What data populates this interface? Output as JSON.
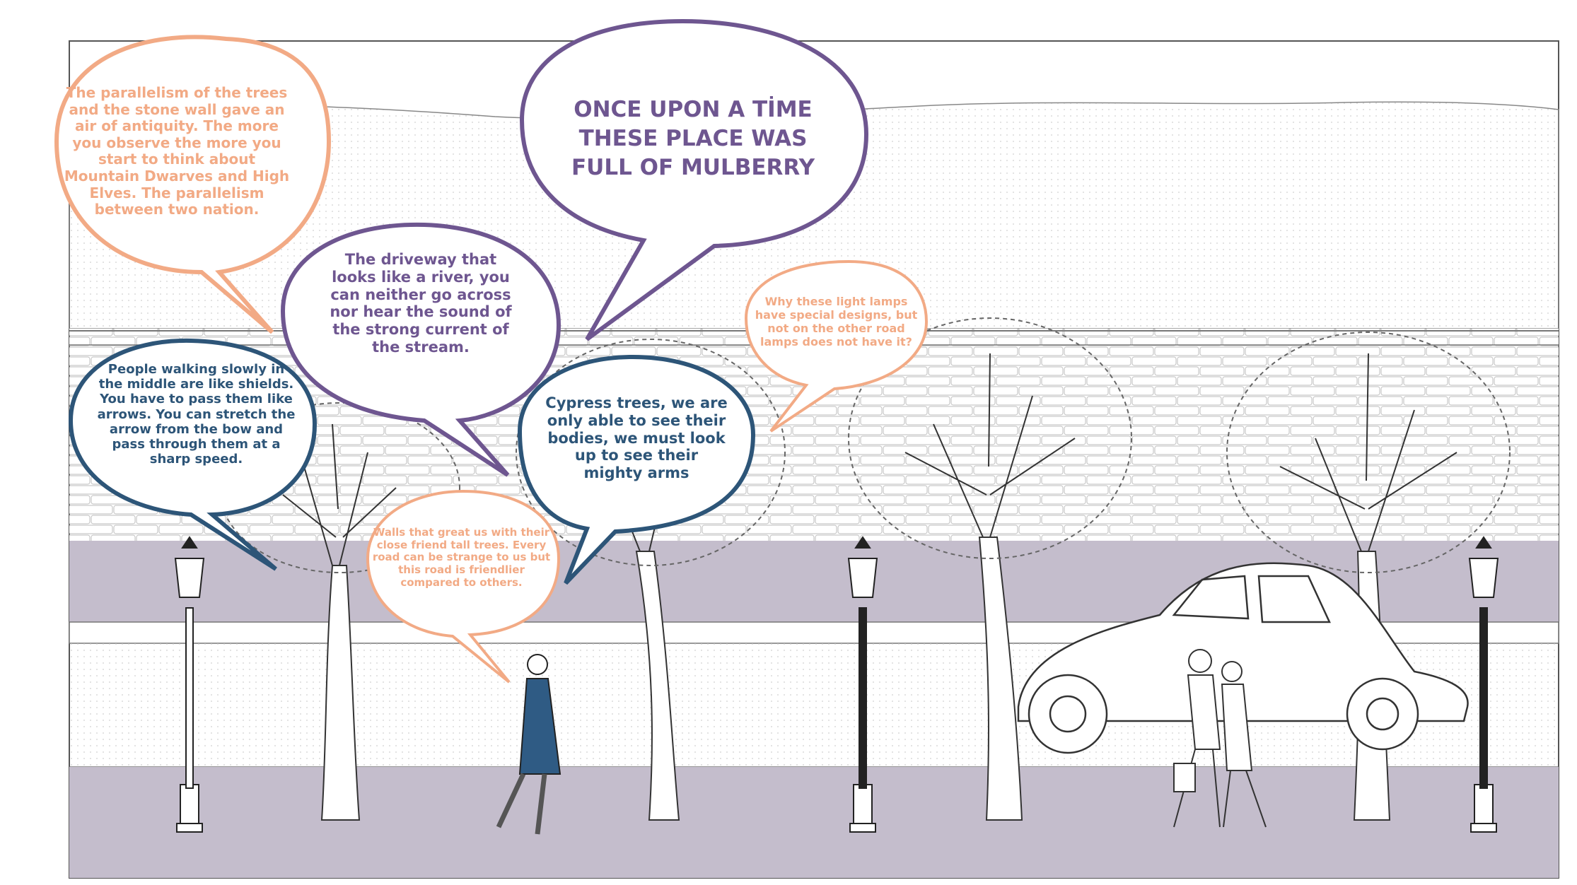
{
  "bubbles": {
    "antiquity": "The parallelism of the trees and the stone wall gave an air of antiquity. The more you observe the more you start to think about Mountain Dwarves and High Elves. The parallelism between two nation.",
    "once_upon": "ONCE UPON A TİME THESE PLACE WAS FULL OF MULBERRY",
    "driveway": "The driveway that looks like a river, you can neither go across nor hear the sound of the strong current of the stream.",
    "lamps": "Why these light lamps have special designs, but not on the other road lamps does not have it?",
    "walking": "People walking slowly in the middle are like shields. You have to pass them like arrows. You can stretch the arrow from the bow and pass through them at a sharp speed.",
    "cypress": "Cypress trees, we are only able to see their bodies, we must look up to see their mighty arms",
    "walls": "Walls that great us with their close friend tall trees. Every road can be strange to us but this road is friendlier compared to others."
  },
  "colors": {
    "peach": "#f2aa85",
    "purple": "#6e5690",
    "navy": "#2d5578",
    "road": "#c4bdcc",
    "coat": "#2f5b84"
  }
}
